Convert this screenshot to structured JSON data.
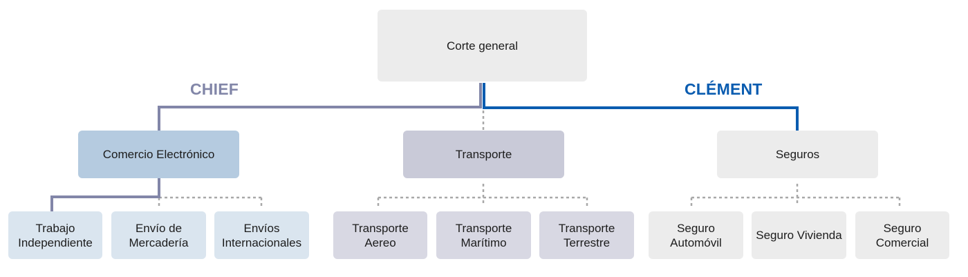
{
  "root": {
    "label": "Corte general"
  },
  "leaders": [
    {
      "name": "CHIEF",
      "color": "#8286a8"
    },
    {
      "name": "CLÉMENT",
      "color": "#0a5cb0"
    }
  ],
  "branches": [
    {
      "label": "Comercio Electrónico",
      "children": [
        "Trabajo Independiente",
        "Envío de Mercadería",
        "Envíos Internacionales"
      ]
    },
    {
      "label": "Transporte",
      "children": [
        "Transporte Aereo",
        "Transporte Marítimo",
        "Transporte Terrestre"
      ]
    },
    {
      "label": "Seguros",
      "children": [
        "Seguro Automóvil",
        "Seguro Vivienda",
        "Seguro Comercial"
      ]
    }
  ],
  "colors": {
    "dotted_connector": "#a8a8a8"
  }
}
